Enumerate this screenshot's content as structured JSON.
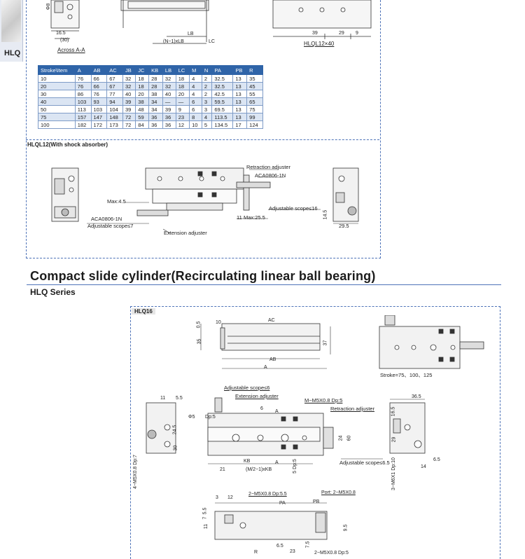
{
  "sidebar": {
    "label": "HLQ"
  },
  "top_drawings": {
    "dims_left": [
      "Φ8",
      "16.5",
      "(30)"
    ],
    "section_caption": "Across A-A",
    "dims_mid": [
      "LB",
      "(N−1)xLB",
      "LC"
    ],
    "dims_right": [
      "39",
      "29",
      "9"
    ],
    "model_caption": "HLQL12×40"
  },
  "spec_table": {
    "headers": [
      "Stroke\\Item",
      "A",
      "AB",
      "AC",
      "JB",
      "JC",
      "KB",
      "LB",
      "LC",
      "M",
      "N",
      "PA",
      "PB",
      "R"
    ],
    "rows": [
      [
        "10",
        "76",
        "66",
        "67",
        "32",
        "18",
        "28",
        "32",
        "18",
        "4",
        "2",
        "32.5",
        "13",
        "35"
      ],
      [
        "20",
        "76",
        "66",
        "67",
        "32",
        "18",
        "28",
        "32",
        "18",
        "4",
        "2",
        "32.5",
        "13",
        "45"
      ],
      [
        "30",
        "86",
        "76",
        "77",
        "40",
        "20",
        "38",
        "40",
        "20",
        "4",
        "2",
        "42.5",
        "13",
        "55"
      ],
      [
        "40",
        "103",
        "93",
        "94",
        "39",
        "38",
        "34",
        "—",
        "—",
        "6",
        "3",
        "59.5",
        "13",
        "65"
      ],
      [
        "50",
        "113",
        "103",
        "104",
        "39",
        "48",
        "34",
        "39",
        "9",
        "6",
        "3",
        "69.5",
        "13",
        "75"
      ],
      [
        "75",
        "157",
        "147",
        "148",
        "72",
        "59",
        "36",
        "36",
        "23",
        "8",
        "4",
        "113.5",
        "13",
        "99"
      ],
      [
        "100",
        "182",
        "172",
        "173",
        "72",
        "84",
        "36",
        "36",
        "12",
        "10",
        "5",
        "134.5",
        "17",
        "124"
      ]
    ]
  },
  "shock_section": {
    "title": "HLQL12(With shock absorber)",
    "labels": {
      "retraction": "Retraction adjuster",
      "aca_top": "ACA0806-1N",
      "max45": "Max:4.5",
      "aca_bottom": "ACA0806-1N",
      "adj7": "Adjustable scope≤7",
      "extension": "Extension adjuster",
      "eleven": "11",
      "max255": "Max:25.5",
      "adj16": "Adjustable scope≤16",
      "d145": "14.5",
      "d295": "29.5"
    }
  },
  "heading": {
    "title": "Compact slide cylinder(Recirculating linear ball bearing)",
    "series": "HLQ Series"
  },
  "hlq16": {
    "tag": "HLQ16",
    "top_view": {
      "d05": "0.5",
      "d10": "10",
      "ac": "AC",
      "d35": "35",
      "d37": "37",
      "ab": "AB",
      "a": "A"
    },
    "stroke_note": "Stroke=75、100、125",
    "front_view": {
      "adj6": "Adjustable scope≤6",
      "ext": "Extension adjuster",
      "thread": "M−M5X0.8 Dp:5",
      "retr": "Retraction adjuster",
      "phi": "Φ5",
      "dp5": "Dp:5",
      "six": "6",
      "a1": "A",
      "a2": "A",
      "kb": "KB",
      "twentyone": "21",
      "m2": "(M/2−1)xKB",
      "adj65": "Adjustable scope≤6.5",
      "d24": "24",
      "d60": "60",
      "dp55": "5 Dp:5"
    },
    "left_view": {
      "d11": "11",
      "d55": "5.5",
      "d245": "24.5",
      "d30": "30",
      "thread": "4−M5X0.8 Dp:7"
    },
    "right_view": {
      "d365": "36.5",
      "d165": "16.5",
      "d29": "29",
      "d14": "14",
      "d65": "6.5",
      "thread": "3−M6X1 Dp:10"
    },
    "bottom_view": {
      "d3": "3",
      "d12": "12",
      "thread1": "2−M5X0.8 Dp:5.5",
      "port": "Port: 2−M5X0.8",
      "pa": "PA",
      "pb": "PB",
      "d55": "5.5",
      "d7": "7",
      "d11": "11",
      "d95": "9.5",
      "d65": "6.5",
      "d23": "23",
      "d75": "7.5",
      "r": "R",
      "thread2": "2−M5X0.8 Dp:5"
    }
  }
}
